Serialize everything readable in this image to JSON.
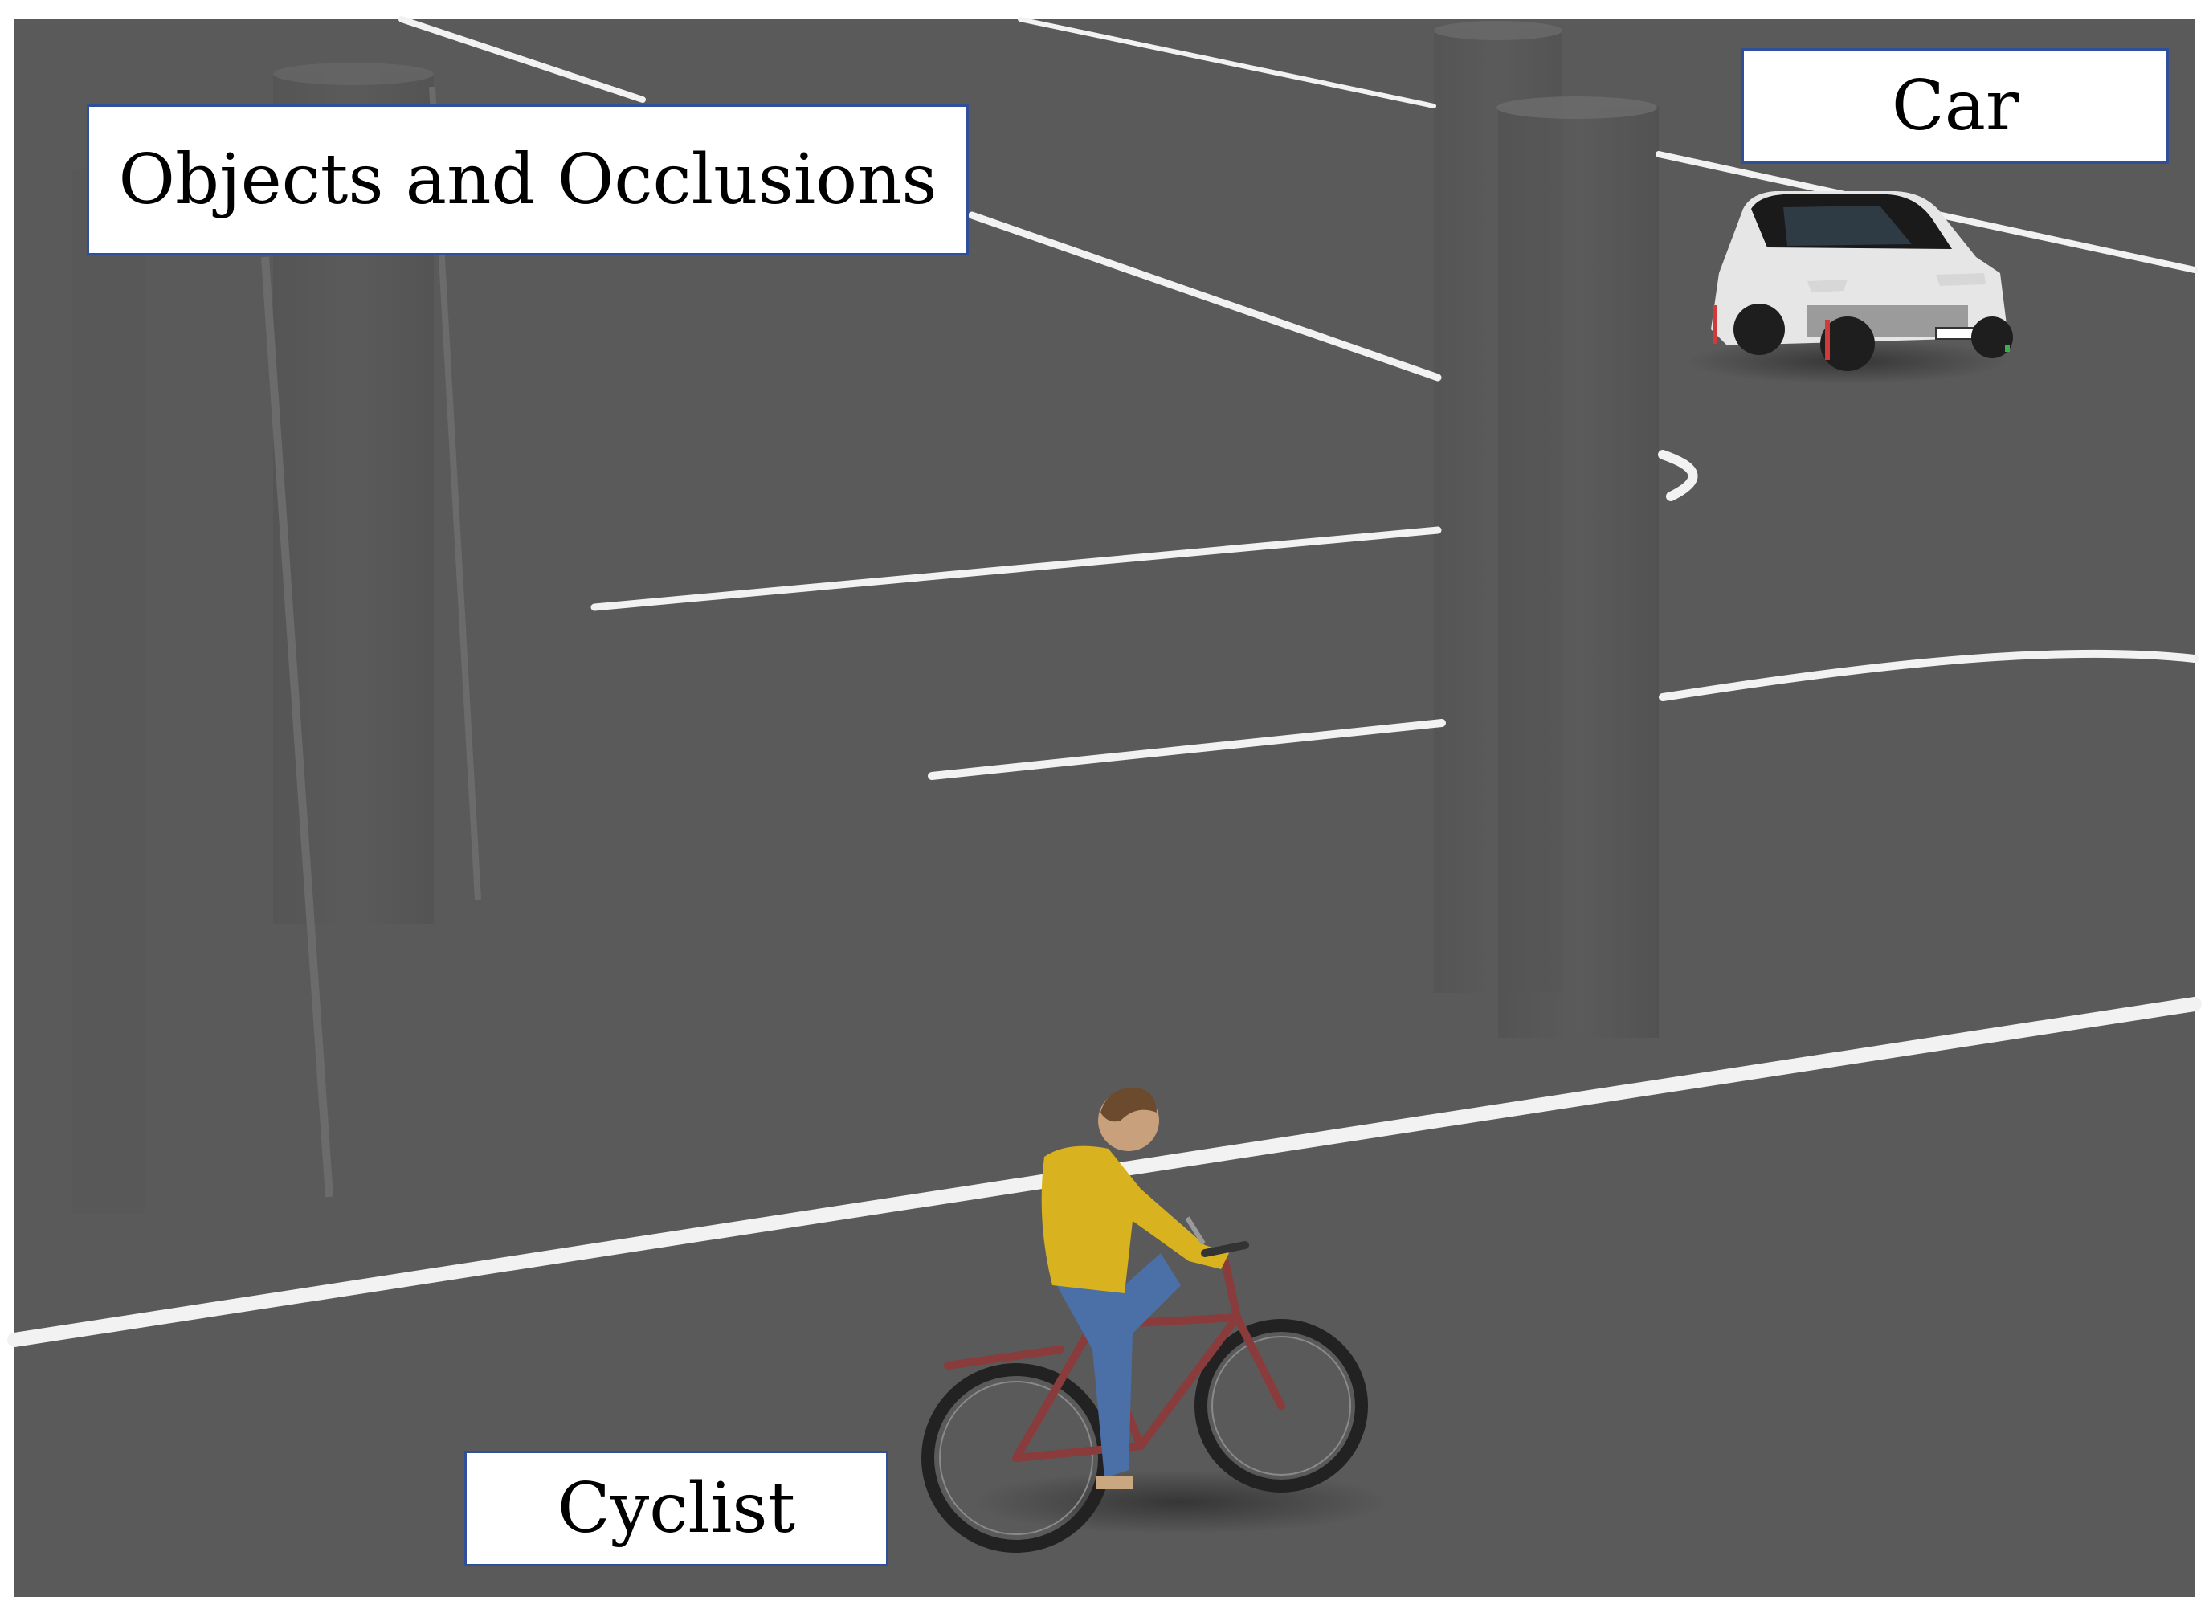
{
  "labels": {
    "objects": "Objects and Occlusions",
    "car": "Car",
    "cyclist": "Cyclist"
  },
  "colors": {
    "asphalt": "#5a5a5a",
    "lane_marking": "#f2f2f2",
    "pillar": "#555555",
    "label_border": "#2f4f9a",
    "car_body": "#e6e6e6",
    "car_roof": "#1a1a1a",
    "cyclist_shirt": "#d9b21f",
    "cyclist_jeans": "#4b70a8",
    "bicycle_frame": "#8a3b3b"
  }
}
